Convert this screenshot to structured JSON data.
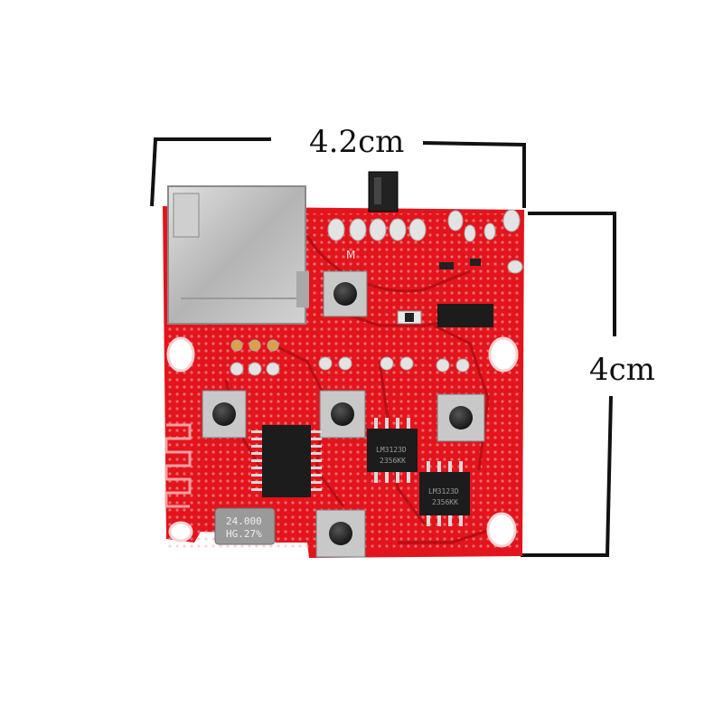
{
  "dimensions": {
    "width_label": "4.2cm",
    "height_label": "4cm"
  },
  "board": {
    "crystal_line1": "24.000",
    "crystal_line2": "HG.27%",
    "amp_chip_1_mark": "LM3123D",
    "amp_chip_1_code": "2356KK",
    "amp_chip_2_mark": "LM3123D",
    "amp_chip_2_code": "2356KK",
    "switch_mark": "M"
  },
  "colors": {
    "pcb_red": "#e3141c",
    "pcb_dark": "#b30d14",
    "pad_silver": "#d9d9d9",
    "sd_slot": "#b8b8b8",
    "chip_black": "#1c1c1c",
    "crystal_body": "#9a9a9a"
  }
}
